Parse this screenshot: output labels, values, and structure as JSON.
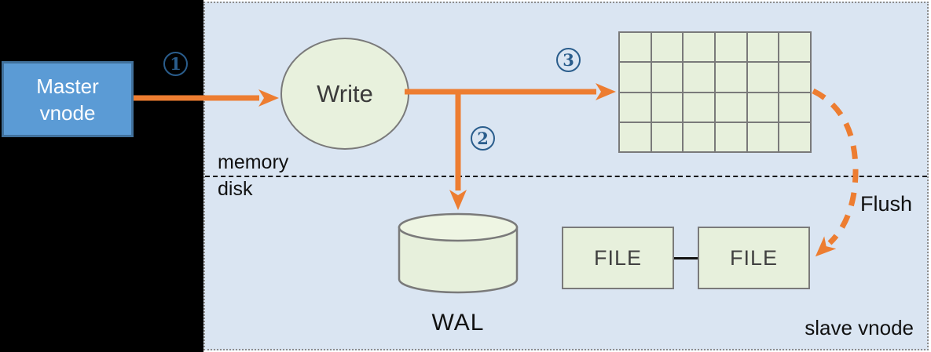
{
  "nodes": {
    "master": {
      "line1": "Master",
      "line2": "vnode"
    },
    "write": {
      "label": "Write"
    },
    "wal": {
      "label": "WAL"
    },
    "file_left": {
      "label": "FILE"
    },
    "file_right": {
      "label": "FILE"
    },
    "memtable_grid": {
      "rows": 4,
      "cols": 6
    }
  },
  "labels": {
    "memory": "memory",
    "disk": "disk",
    "flush": "Flush",
    "slave_vnode": "slave vnode"
  },
  "steps": {
    "step1": "1",
    "step2": "2",
    "step3": "3"
  },
  "colors": {
    "background_black": "#000000",
    "panel_blue": "#DAE5F2",
    "panel_border_gray": "#8D8D8D",
    "node_green": "#E7F0DC",
    "node_border_gray": "#7A7A7A",
    "master_fill": "#5B9BD5",
    "master_border": "#41719C",
    "arrow_orange": "#ED7D31",
    "step_circle_blue": "#2A5D8C",
    "text_dark": "#111111"
  }
}
